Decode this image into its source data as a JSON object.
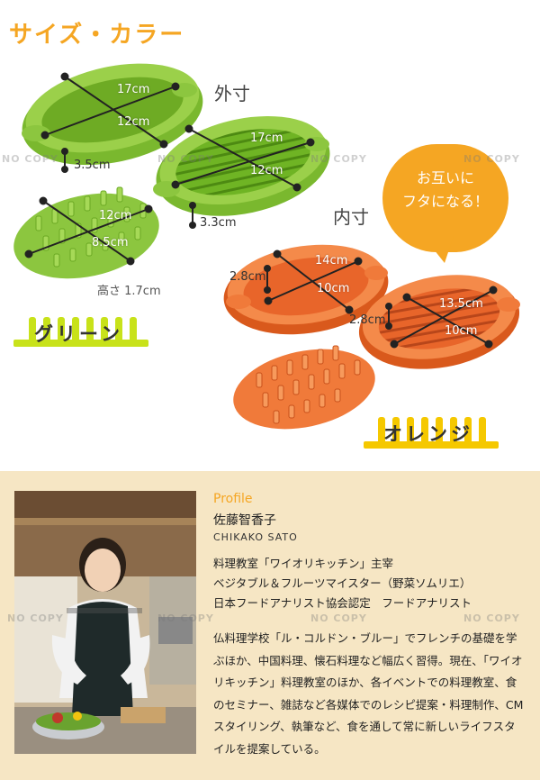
{
  "section_title": "サイズ・カラー",
  "labels": {
    "outer": "外寸",
    "inner": "内寸",
    "height": "高さ 1.7cm"
  },
  "bubble": {
    "line1": "お互いに",
    "line2": "フタになる！"
  },
  "green": {
    "name": "グリーン",
    "tray1": {
      "len": "17cm",
      "wid": "12cm",
      "h": "3.5cm"
    },
    "tray2": {
      "len": "17cm",
      "wid": "12cm",
      "h": "3.3cm"
    },
    "lid": {
      "wid": "12cm",
      "len": "8.5cm"
    }
  },
  "orange": {
    "name": "オレンジ",
    "tray1": {
      "len": "14cm",
      "wid": "10cm",
      "h": "2.8cm"
    },
    "tray2": {
      "len": "13.5cm",
      "wid": "10cm",
      "h": "2.8cm"
    }
  },
  "watermark": "NO COPY",
  "colors": {
    "green": "#8cc63f",
    "green_dark": "#5f9e1a",
    "orange": "#f07a3a",
    "orange_dark": "#d2561a",
    "accent": "#f5a623",
    "profile_bg": "#f6e6c4"
  },
  "profile": {
    "label": "Profile",
    "name": "佐藤智香子",
    "roman": "CHIKAKO SATO",
    "titles": [
      "料理教室「ワイオリキッチン」主宰",
      "ベジタブル＆フルーツマイスター（野菜ソムリエ）",
      "日本フードアナリスト協会認定　フードアナリスト"
    ],
    "bio": "仏料理学校「ル・コルドン・ブルー」でフレンチの基礎を学ぶほか、中国料理、懐石料理など幅広く習得。現在、「ワイオリキッチン」料理教室のほか、各イベントでの料理教室、食のセミナー、雑誌など各媒体でのレシピ提案・料理制作、CMスタイリング、執筆など、食を通して常に新しいライフスタイルを提案している。"
  }
}
